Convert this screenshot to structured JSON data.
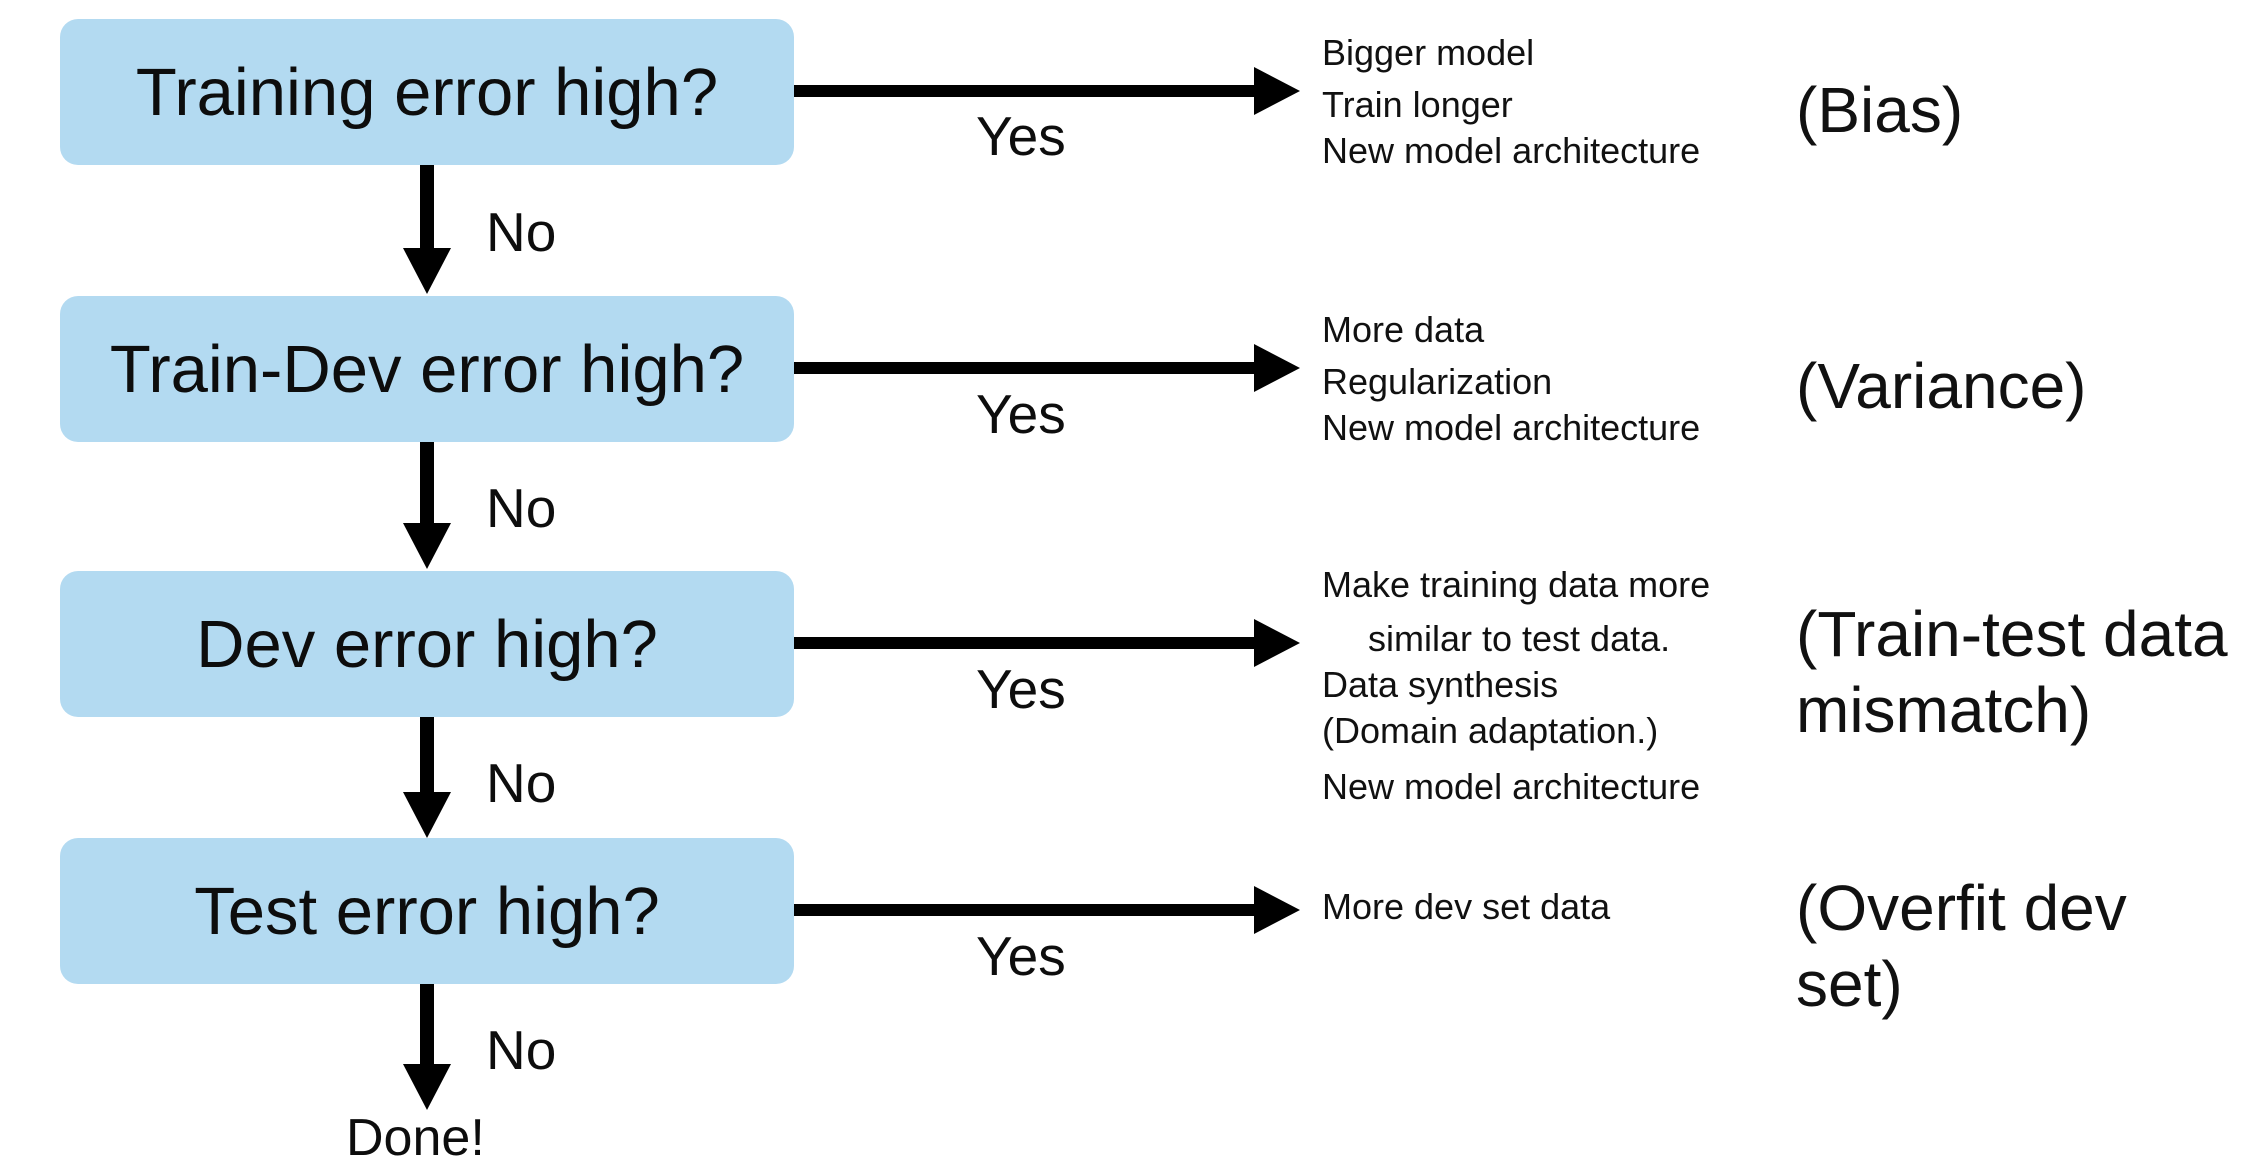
{
  "colors": {
    "box_fill": "#b3daf1",
    "arrow": "#000000",
    "text": "#111111"
  },
  "steps": [
    {
      "question": "Training error high?",
      "yes_label": "Yes",
      "no_label": "No",
      "remedies": [
        "Bigger model",
        "Train longer",
        "New model architecture"
      ],
      "diagnosis": "(Bias)"
    },
    {
      "question": "Train-Dev error high?",
      "yes_label": "Yes",
      "no_label": "No",
      "remedies": [
        "More data",
        "Regularization",
        "New model architecture"
      ],
      "diagnosis": "(Variance)"
    },
    {
      "question": "Dev error high?",
      "yes_label": "Yes",
      "no_label": "No",
      "remedies": [
        "Make training data more",
        "similar to test data.",
        "Data synthesis",
        "(Domain adaptation.)",
        "New model architecture"
      ],
      "diagnosis": "(Train-test data\nmismatch)"
    },
    {
      "question": "Test error high?",
      "yes_label": "Yes",
      "no_label": "No",
      "remedies": [
        "More dev set data"
      ],
      "diagnosis": "(Overfit dev\nset)"
    }
  ],
  "end_label": "Done!"
}
